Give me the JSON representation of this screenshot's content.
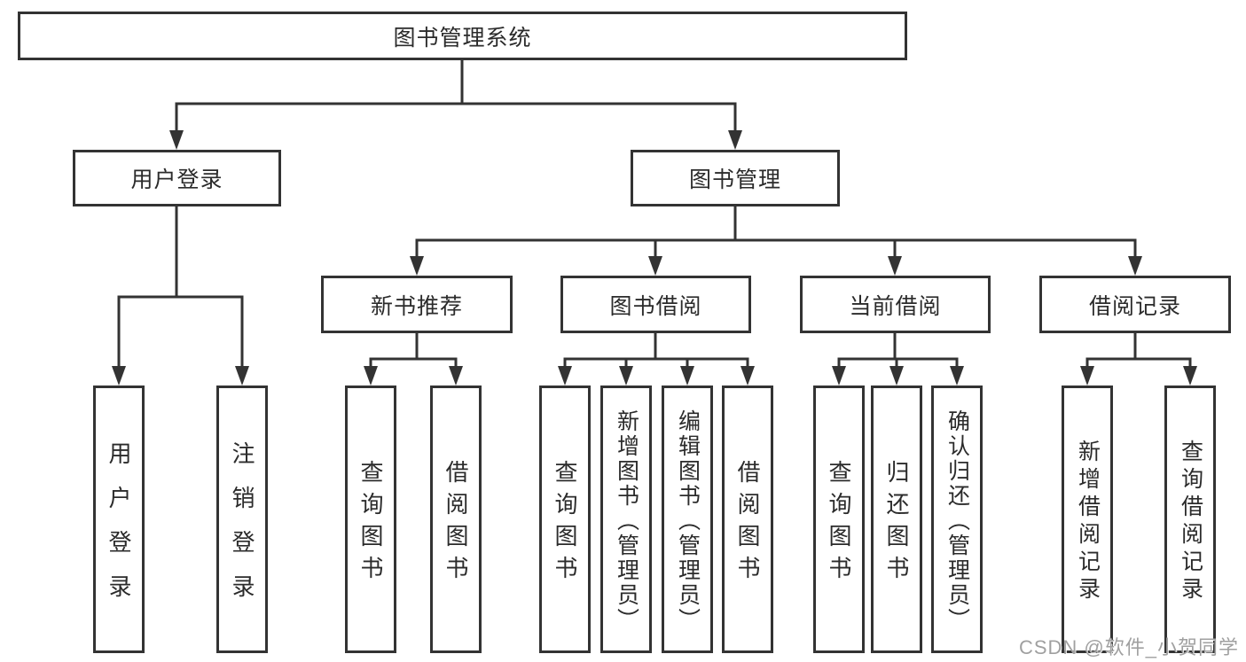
{
  "diagram": {
    "nodes": {
      "root": "图书管理系统",
      "user_login": "用户登录",
      "book_mgmt": "图书管理",
      "new_book_rec": "新书推荐",
      "book_borrow": "图书借阅",
      "current_borrow": "当前借阅",
      "borrow_record": "借阅记录",
      "leaf_user_login": "用户登录",
      "leaf_logout": "注销登录",
      "leaf_query_book_1": "查询图书",
      "leaf_borrow_book_1": "借阅图书",
      "leaf_query_book_2": "查询图书",
      "leaf_add_book": "新增图书（管理员）",
      "leaf_edit_book": "编辑图书（管理员）",
      "leaf_borrow_book_2": "借阅图书",
      "leaf_query_book_3": "查询图书",
      "leaf_return_book": "归还图书",
      "leaf_confirm_return": "确认归还（管理员）",
      "leaf_add_record": "新增借阅记录",
      "leaf_query_record": "查询借阅记录"
    },
    "structure": {
      "图书管理系统": {
        "用户登录": [
          "用户登录",
          "注销登录"
        ],
        "图书管理": {
          "新书推荐": [
            "查询图书",
            "借阅图书"
          ],
          "图书借阅": [
            "查询图书",
            "新增图书（管理员）",
            "编辑图书（管理员）",
            "借阅图书"
          ],
          "当前借阅": [
            "查询图书",
            "归还图书",
            "确认归还（管理员）"
          ],
          "借阅记录": [
            "新增借阅记录",
            "查询借阅记录"
          ]
        }
      }
    },
    "colors": {
      "line": "#333333",
      "text": "#2b2b2b",
      "watermark": "#a0a0a0",
      "background": "#ffffff"
    },
    "watermark": "CSDN @软件_小贺同学"
  }
}
